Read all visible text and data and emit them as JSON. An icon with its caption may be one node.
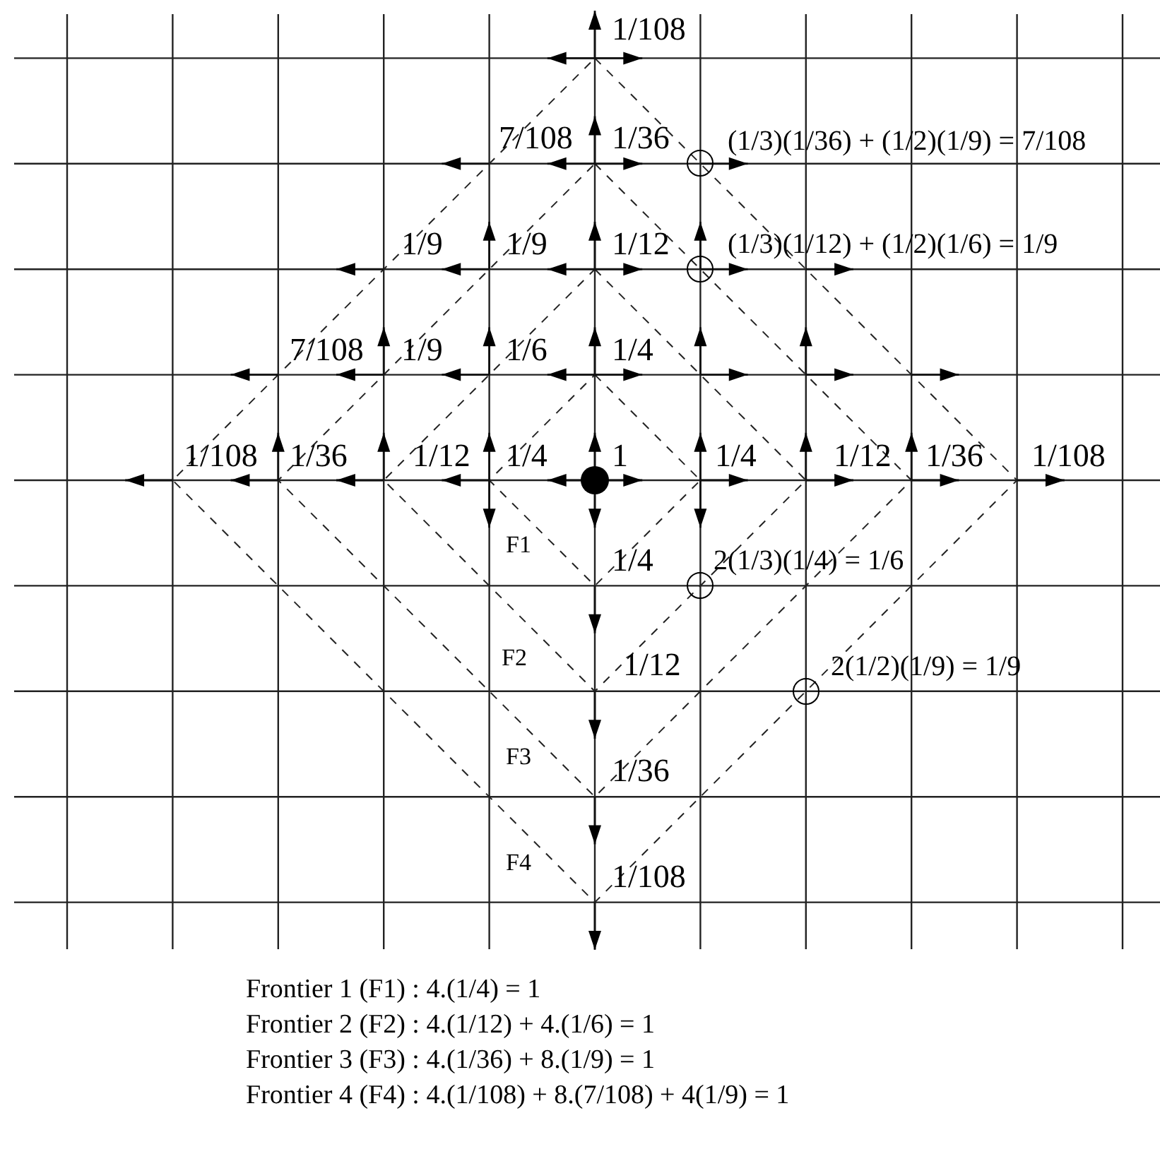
{
  "diagram": {
    "nodes": [
      {
        "text": [],
        "shape": "circle",
        "beside": [
          "(1/3)(1/36) + (1/2)(1/9) = 7/108"
        ]
      },
      {
        "text": [],
        "shape": "circle",
        "beside": [
          "(1/3)(1/12) + (1/2)(1/6) = 1/9"
        ]
      },
      {
        "text": [],
        "shape": "circle",
        "beside": [
          "2(1/3)(1/4) = 1/6"
        ]
      },
      {
        "text": [],
        "shape": "circle",
        "beside": [
          "2(1/2)(1/9) = 1/9"
        ]
      }
    ],
    "labels": [
      "1/108",
      "7/108",
      "1/36",
      "1/9",
      "1/9",
      "1/12",
      "7/108",
      "1/9",
      "1/6",
      "1/4",
      "1/108",
      "1/36",
      "1/12",
      "1/4",
      "1",
      "1/4",
      "1/12",
      "1/36",
      "1/108",
      "F1",
      "1/4",
      "F2",
      "1/12",
      "F3",
      "1/36",
      "F4",
      "1/108",
      "Frontier 1 (F1) : 4.(1/4) = 1",
      "Frontier 2 (F2) : 4.(1/12) + 4.(1/6) = 1",
      "Frontier 3 (F3) : 4.(1/36) + 8.(1/9) = 1",
      "Frontier 4 (F4) : 4.(1/108) + 8.(7/108) + 4(1/9) = 1"
    ]
  }
}
